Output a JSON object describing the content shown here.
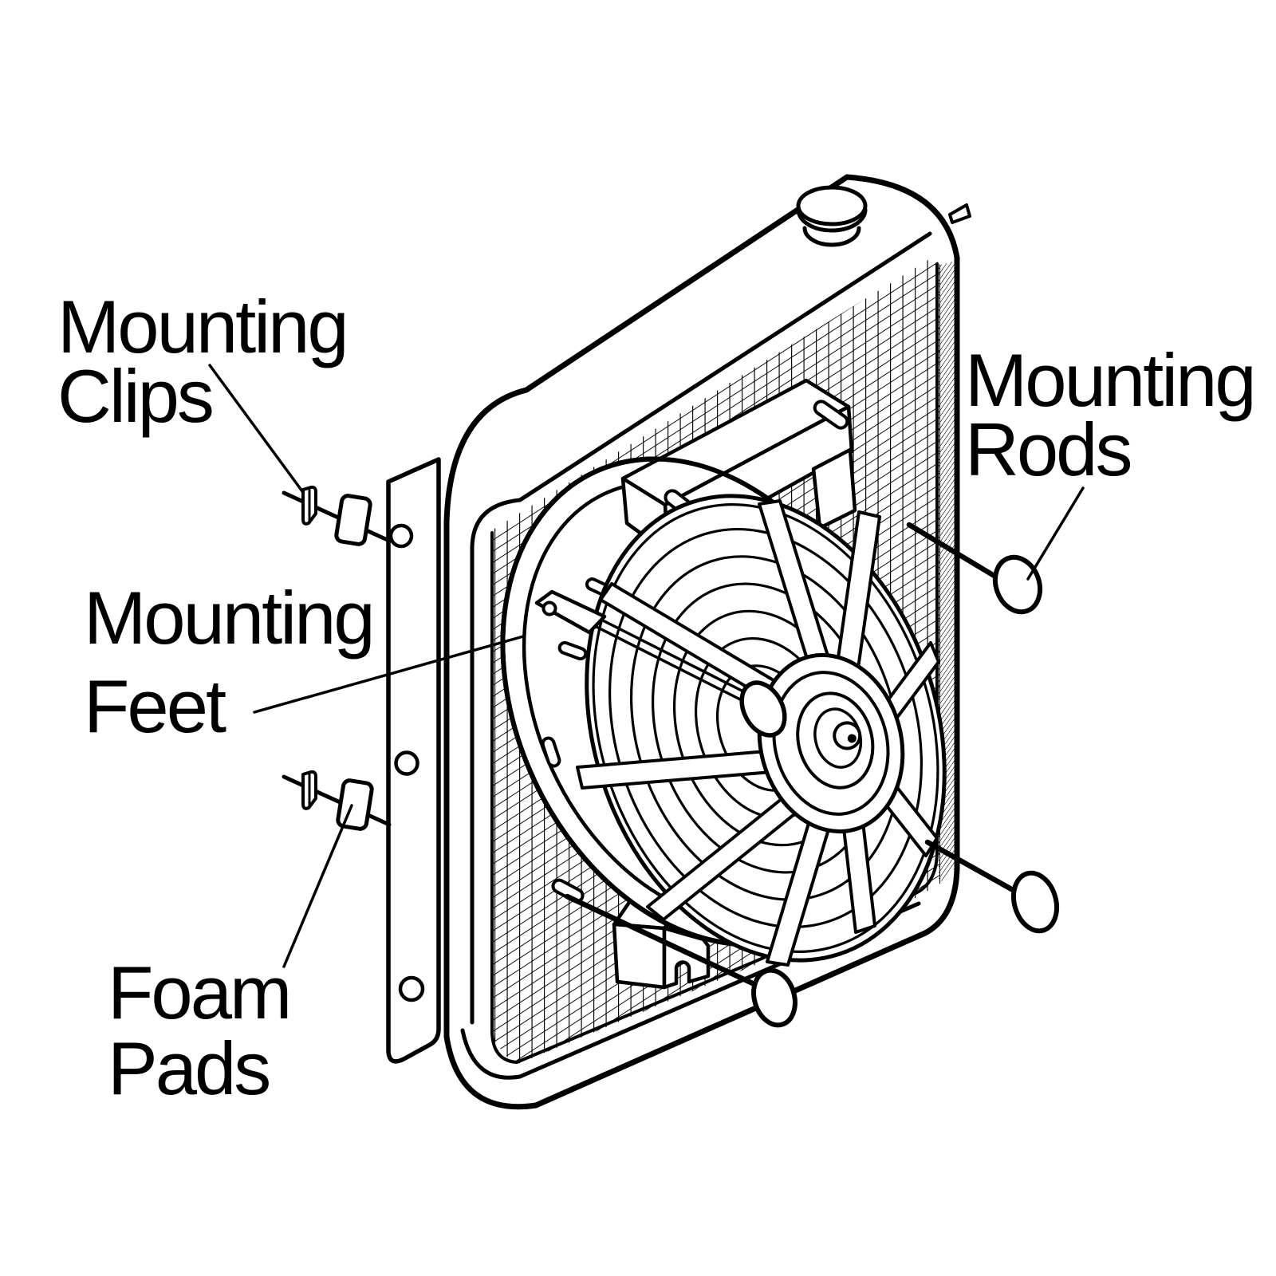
{
  "figure": {
    "type": "technical-line-diagram",
    "subject": "Electric fan mounted to radiator with through-core mounting hardware"
  },
  "labels": {
    "mounting_clips": {
      "line1": "Mounting",
      "line2": "Clips"
    },
    "mounting_feet": {
      "line1": "Mounting",
      "line2": "Feet"
    },
    "foam_pads": {
      "line1": "Foam",
      "line2": "Pads"
    },
    "mounting_rods": {
      "line1": "Mounting",
      "line2": "Rods"
    }
  },
  "colors": {
    "ink": "#000000",
    "paper": "#ffffff"
  }
}
